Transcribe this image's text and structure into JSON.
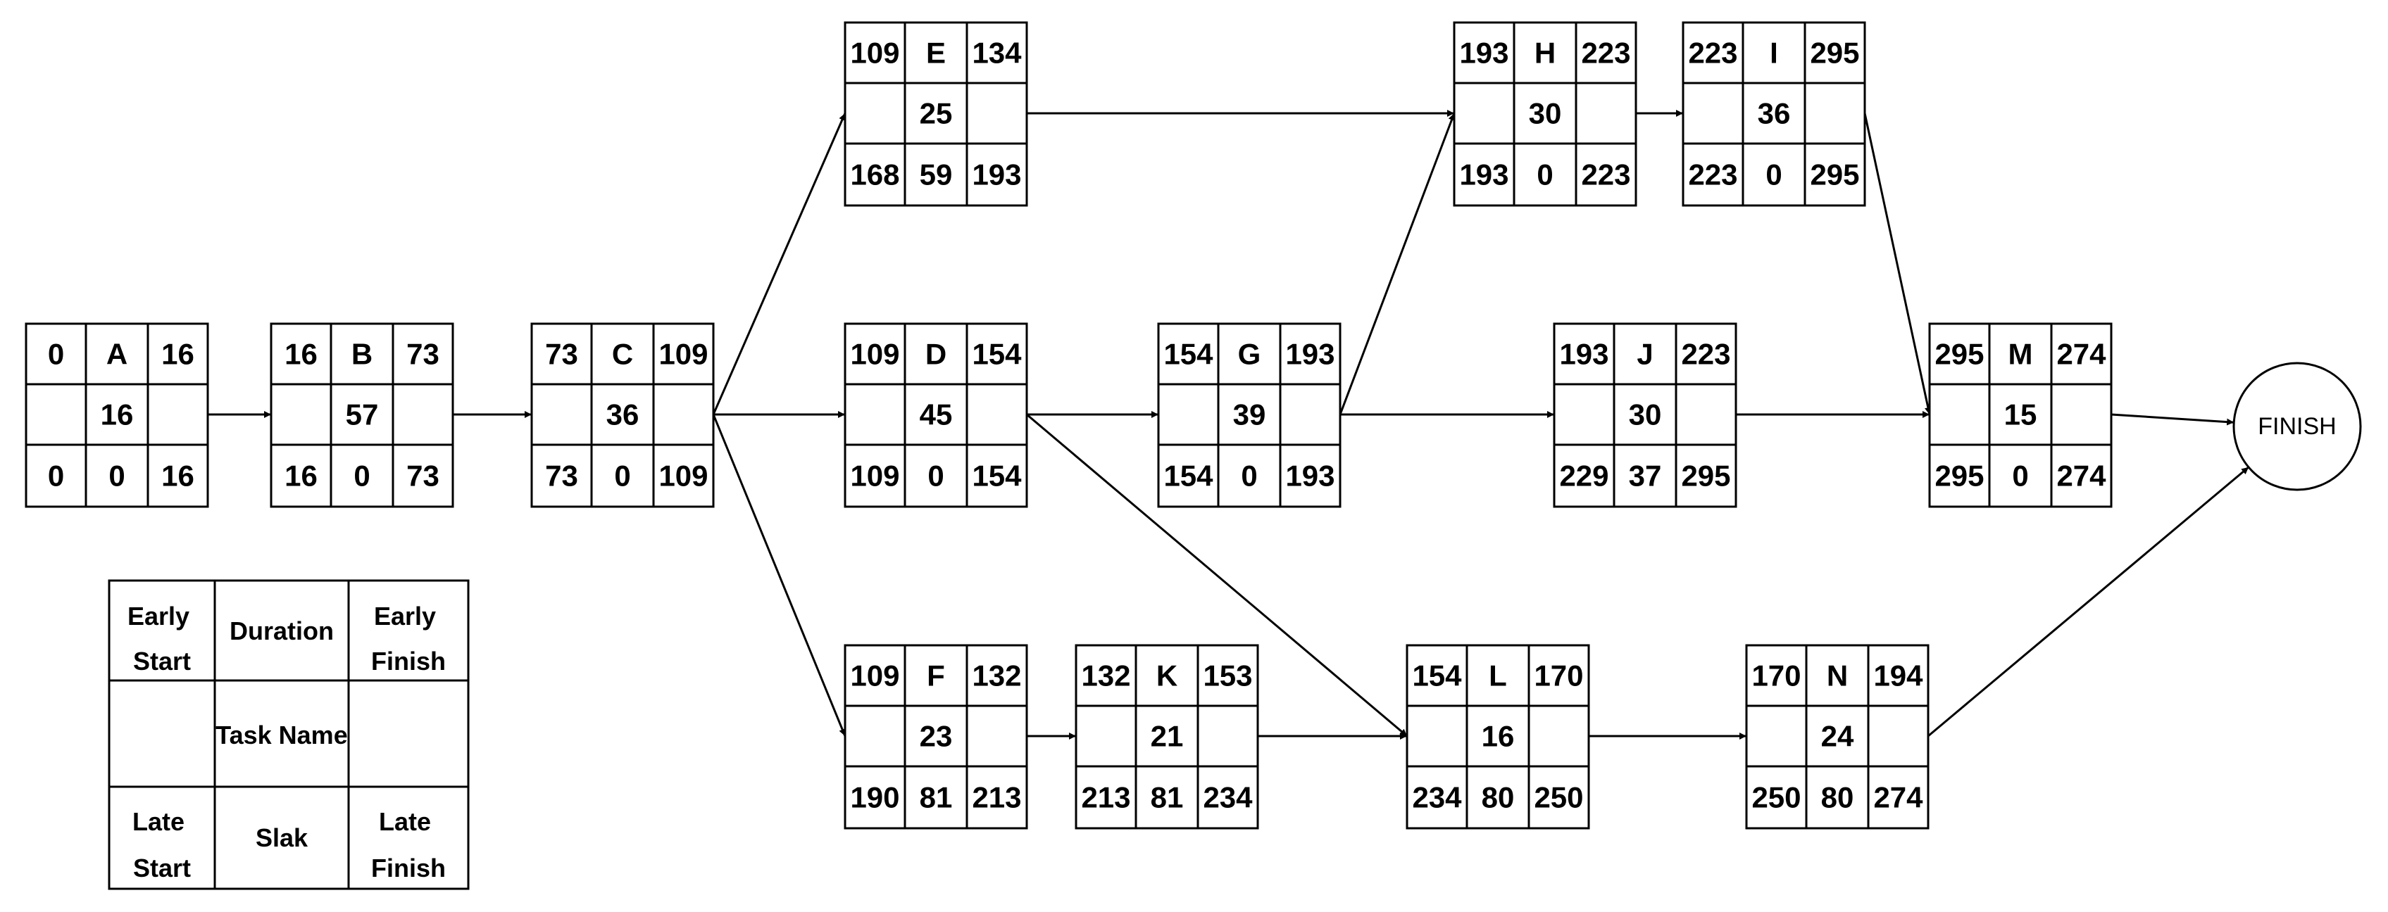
{
  "diagram": {
    "colors": {
      "line": "#000000",
      "background": "#ffffff",
      "text": "#000000"
    },
    "tasks": [
      {
        "id": "A",
        "es": "0",
        "ef": "16",
        "duration": "16",
        "ls": "0",
        "slack": "0",
        "lf": "16"
      },
      {
        "id": "B",
        "es": "16",
        "ef": "73",
        "duration": "57",
        "ls": "16",
        "slack": "0",
        "lf": "73"
      },
      {
        "id": "C",
        "es": "73",
        "ef": "109",
        "duration": "36",
        "ls": "73",
        "slack": "0",
        "lf": "109"
      },
      {
        "id": "E",
        "es": "109",
        "ef": "134",
        "duration": "25",
        "ls": "168",
        "slack": "59",
        "lf": "193"
      },
      {
        "id": "D",
        "es": "109",
        "ef": "154",
        "duration": "45",
        "ls": "109",
        "slack": "0",
        "lf": "154"
      },
      {
        "id": "F",
        "es": "109",
        "ef": "132",
        "duration": "23",
        "ls": "190",
        "slack": "81",
        "lf": "213"
      },
      {
        "id": "K",
        "es": "132",
        "ef": "153",
        "duration": "21",
        "ls": "213",
        "slack": "81",
        "lf": "234"
      },
      {
        "id": "G",
        "es": "154",
        "ef": "193",
        "duration": "39",
        "ls": "154",
        "slack": "0",
        "lf": "193"
      },
      {
        "id": "H",
        "es": "193",
        "ef": "223",
        "duration": "30",
        "ls": "193",
        "slack": "0",
        "lf": "223"
      },
      {
        "id": "I",
        "es": "223",
        "ef": "295",
        "duration": "36",
        "ls": "223",
        "slack": "0",
        "lf": "295"
      },
      {
        "id": "J",
        "es": "193",
        "ef": "223",
        "duration": "30",
        "ls": "229",
        "slack": "37",
        "lf": "295"
      },
      {
        "id": "L",
        "es": "154",
        "ef": "170",
        "duration": "16",
        "ls": "234",
        "slack": "80",
        "lf": "250"
      },
      {
        "id": "N",
        "es": "170",
        "ef": "194",
        "duration": "24",
        "ls": "250",
        "slack": "80",
        "lf": "274"
      },
      {
        "id": "M",
        "es": "295",
        "ef": "274",
        "duration": "15",
        "ls": "295",
        "slack": "0",
        "lf": "274"
      }
    ],
    "finish_label": "FINISH",
    "edges": [
      [
        "A",
        "B"
      ],
      [
        "B",
        "C"
      ],
      [
        "C",
        "E"
      ],
      [
        "C",
        "D"
      ],
      [
        "C",
        "F"
      ],
      [
        "E",
        "H"
      ],
      [
        "D",
        "G"
      ],
      [
        "D",
        "L"
      ],
      [
        "F",
        "K"
      ],
      [
        "K",
        "L"
      ],
      [
        "G",
        "H"
      ],
      [
        "G",
        "J"
      ],
      [
        "H",
        "I"
      ],
      [
        "I",
        "M"
      ],
      [
        "J",
        "M"
      ],
      [
        "L",
        "N"
      ],
      [
        "N",
        "FINISH"
      ],
      [
        "M",
        "FINISH"
      ]
    ],
    "legend": {
      "top_left": [
        "Early",
        "Start"
      ],
      "top_middle": [
        "Duration"
      ],
      "top_right": [
        "Early",
        "Finish"
      ],
      "middle_middle": [
        "Task Name"
      ],
      "bottom_left": [
        "Late",
        "Start"
      ],
      "bottom_middle": [
        "Slak"
      ],
      "bottom_right": [
        "Late",
        "Finish"
      ]
    }
  }
}
